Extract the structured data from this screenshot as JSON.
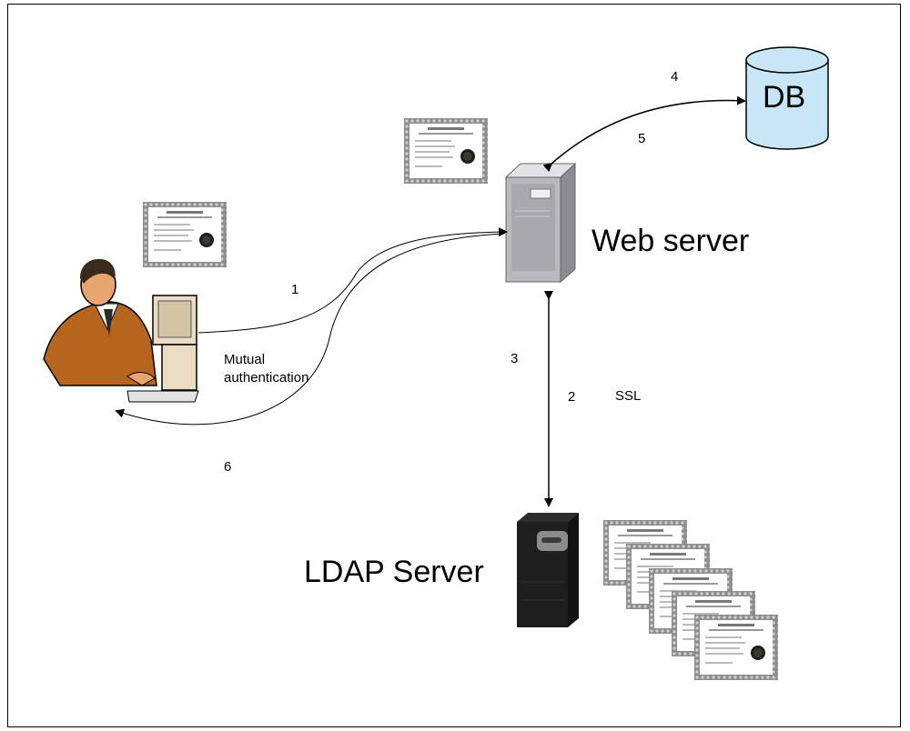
{
  "labels": {
    "web_server": "Web server",
    "ldap_server": "LDAP Server",
    "db": "DB",
    "mutual_line1": "Mutual",
    "mutual_line2": "authentication",
    "ssl": "SSL"
  },
  "steps": {
    "s1": "1",
    "s2": "2",
    "s3": "3",
    "s4": "4",
    "s5": "5",
    "s6": "6"
  },
  "colors": {
    "db_fill": "#c7e6f6",
    "server_gray": "#b9b9bd",
    "cert_border": "#8a8a8a",
    "user_suit": "#b5651d"
  }
}
